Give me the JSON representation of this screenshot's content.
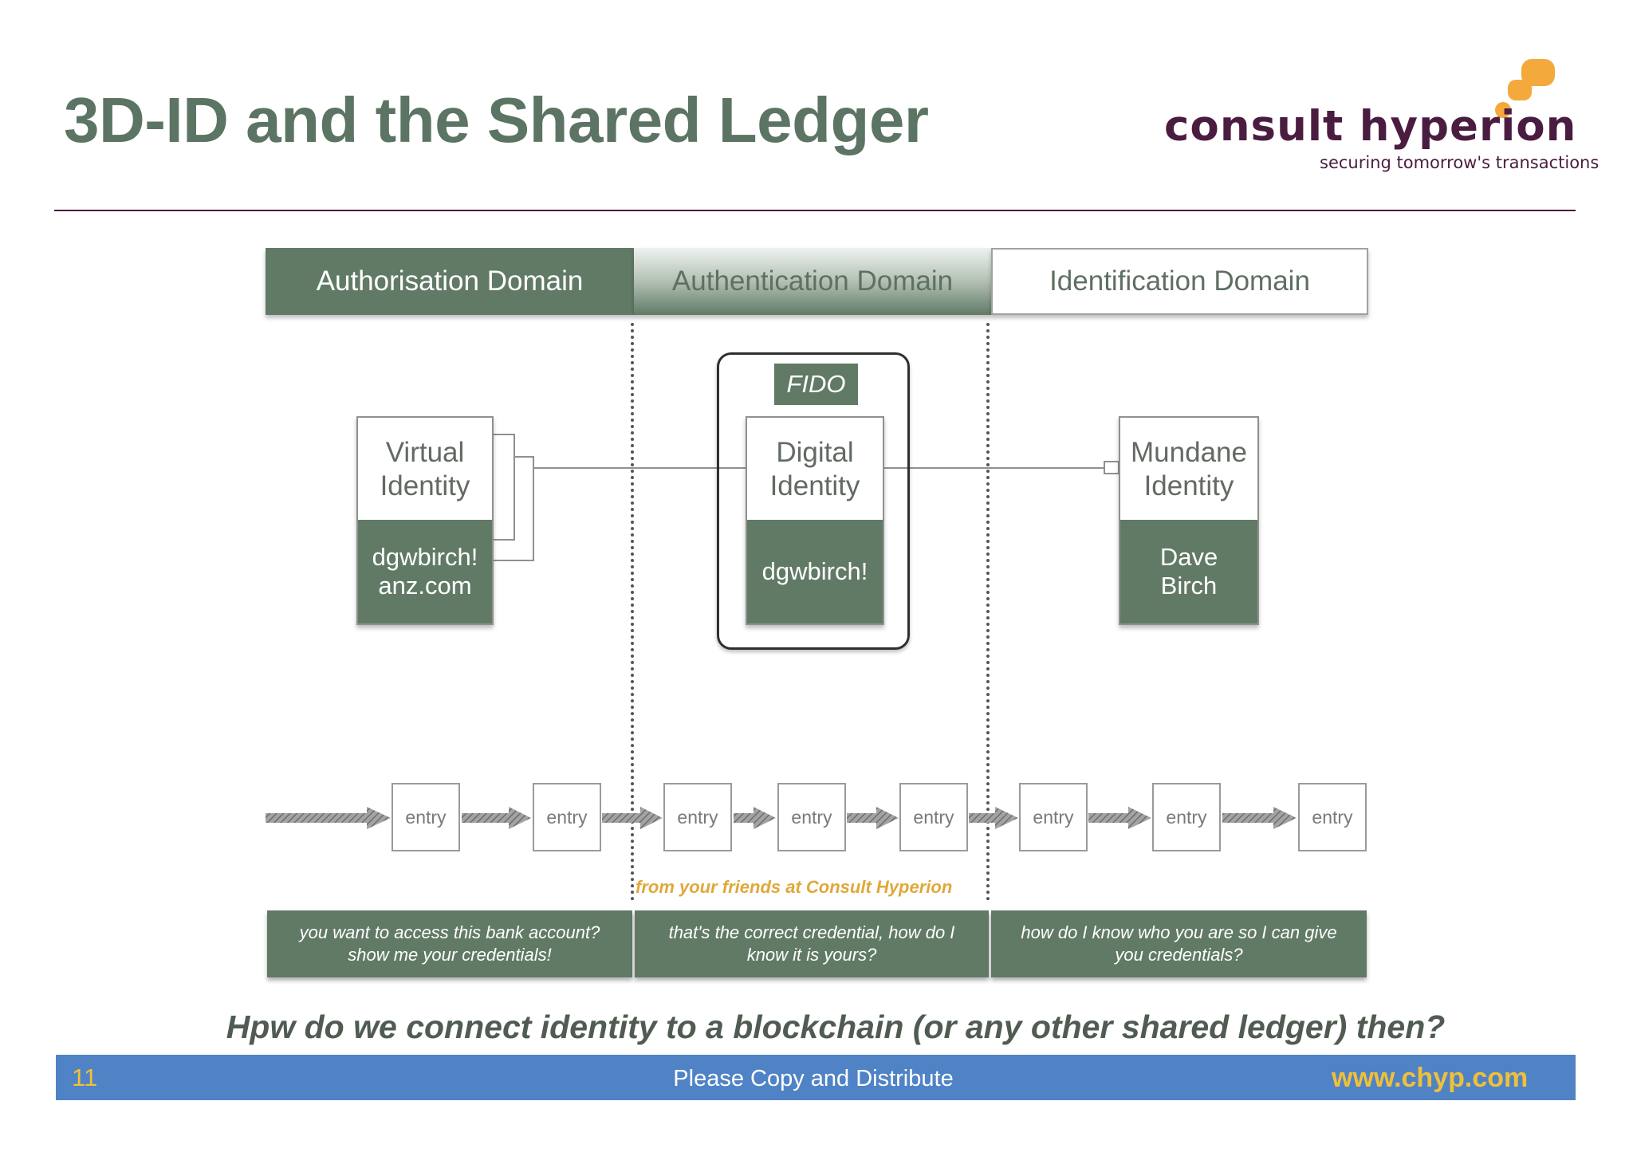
{
  "slide": {
    "title": "3D-ID and the Shared Ledger",
    "question": "Hpw do we connect identity to a blockchain (or any other shared ledger) then?"
  },
  "logo": {
    "name": "consult hyperion",
    "tagline": "securing tomorrow's transactions",
    "colors": {
      "text": "#4a1d40",
      "accent": "#f3a93b"
    }
  },
  "domains": [
    {
      "label": "Authorisation Domain"
    },
    {
      "label": "Authentication Domain"
    },
    {
      "label": "Identification Domain"
    }
  ],
  "identities": {
    "virtual": {
      "title": "Virtual Identity",
      "value": "dgwbirch!\nanz.com"
    },
    "digital": {
      "title": "Digital Identity",
      "value": "dgwbirch!",
      "badge": "FIDO"
    },
    "mundane": {
      "title": "Mundane Identity",
      "value": "Dave\nBirch"
    }
  },
  "ledger": {
    "entries": [
      "entry",
      "entry",
      "entry",
      "entry",
      "entry",
      "entry",
      "entry",
      "entry"
    ],
    "credit": "from your friends at Consult Hyperion"
  },
  "questions": [
    "you want to access this bank account? show me your credentials!",
    "that's the correct credential, how do I know it is yours?",
    "how do I know who you are so I can give you credentials?"
  ],
  "footer": {
    "page_number": "11",
    "center_text": "Please Copy and Distribute",
    "url": "www.chyp.com"
  },
  "colors": {
    "green": "#617a66",
    "title": "#5c7463",
    "footer_bar": "#4f83c6",
    "footer_accent": "#f0c038"
  }
}
